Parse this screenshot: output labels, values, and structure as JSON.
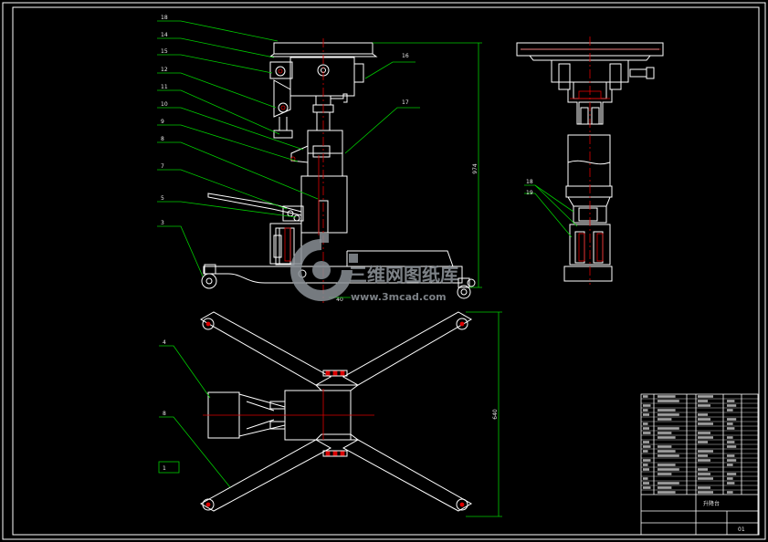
{
  "title": "3D CAD 工程图 — 升降台 装配图",
  "colors": {
    "background": "#000000",
    "outline": "#ffffff",
    "leader": "#00cc00",
    "centerline": "#dd0000",
    "part": "#ffffff",
    "watermark": "#8a8f95"
  },
  "balloons": [
    "18",
    "14",
    "15",
    "12",
    "11",
    "10",
    "9",
    "8",
    "7",
    "5",
    "3",
    "16",
    "17",
    "4",
    "8",
    "1",
    "18",
    "19"
  ],
  "dimensions": {
    "height": "974",
    "width": "640",
    "base_small": "40"
  },
  "watermark": {
    "brand": "三维网图纸库",
    "url": "www.3mcad.com"
  },
  "title_block": {
    "drawing_name": "升降台",
    "sheet": "01"
  }
}
